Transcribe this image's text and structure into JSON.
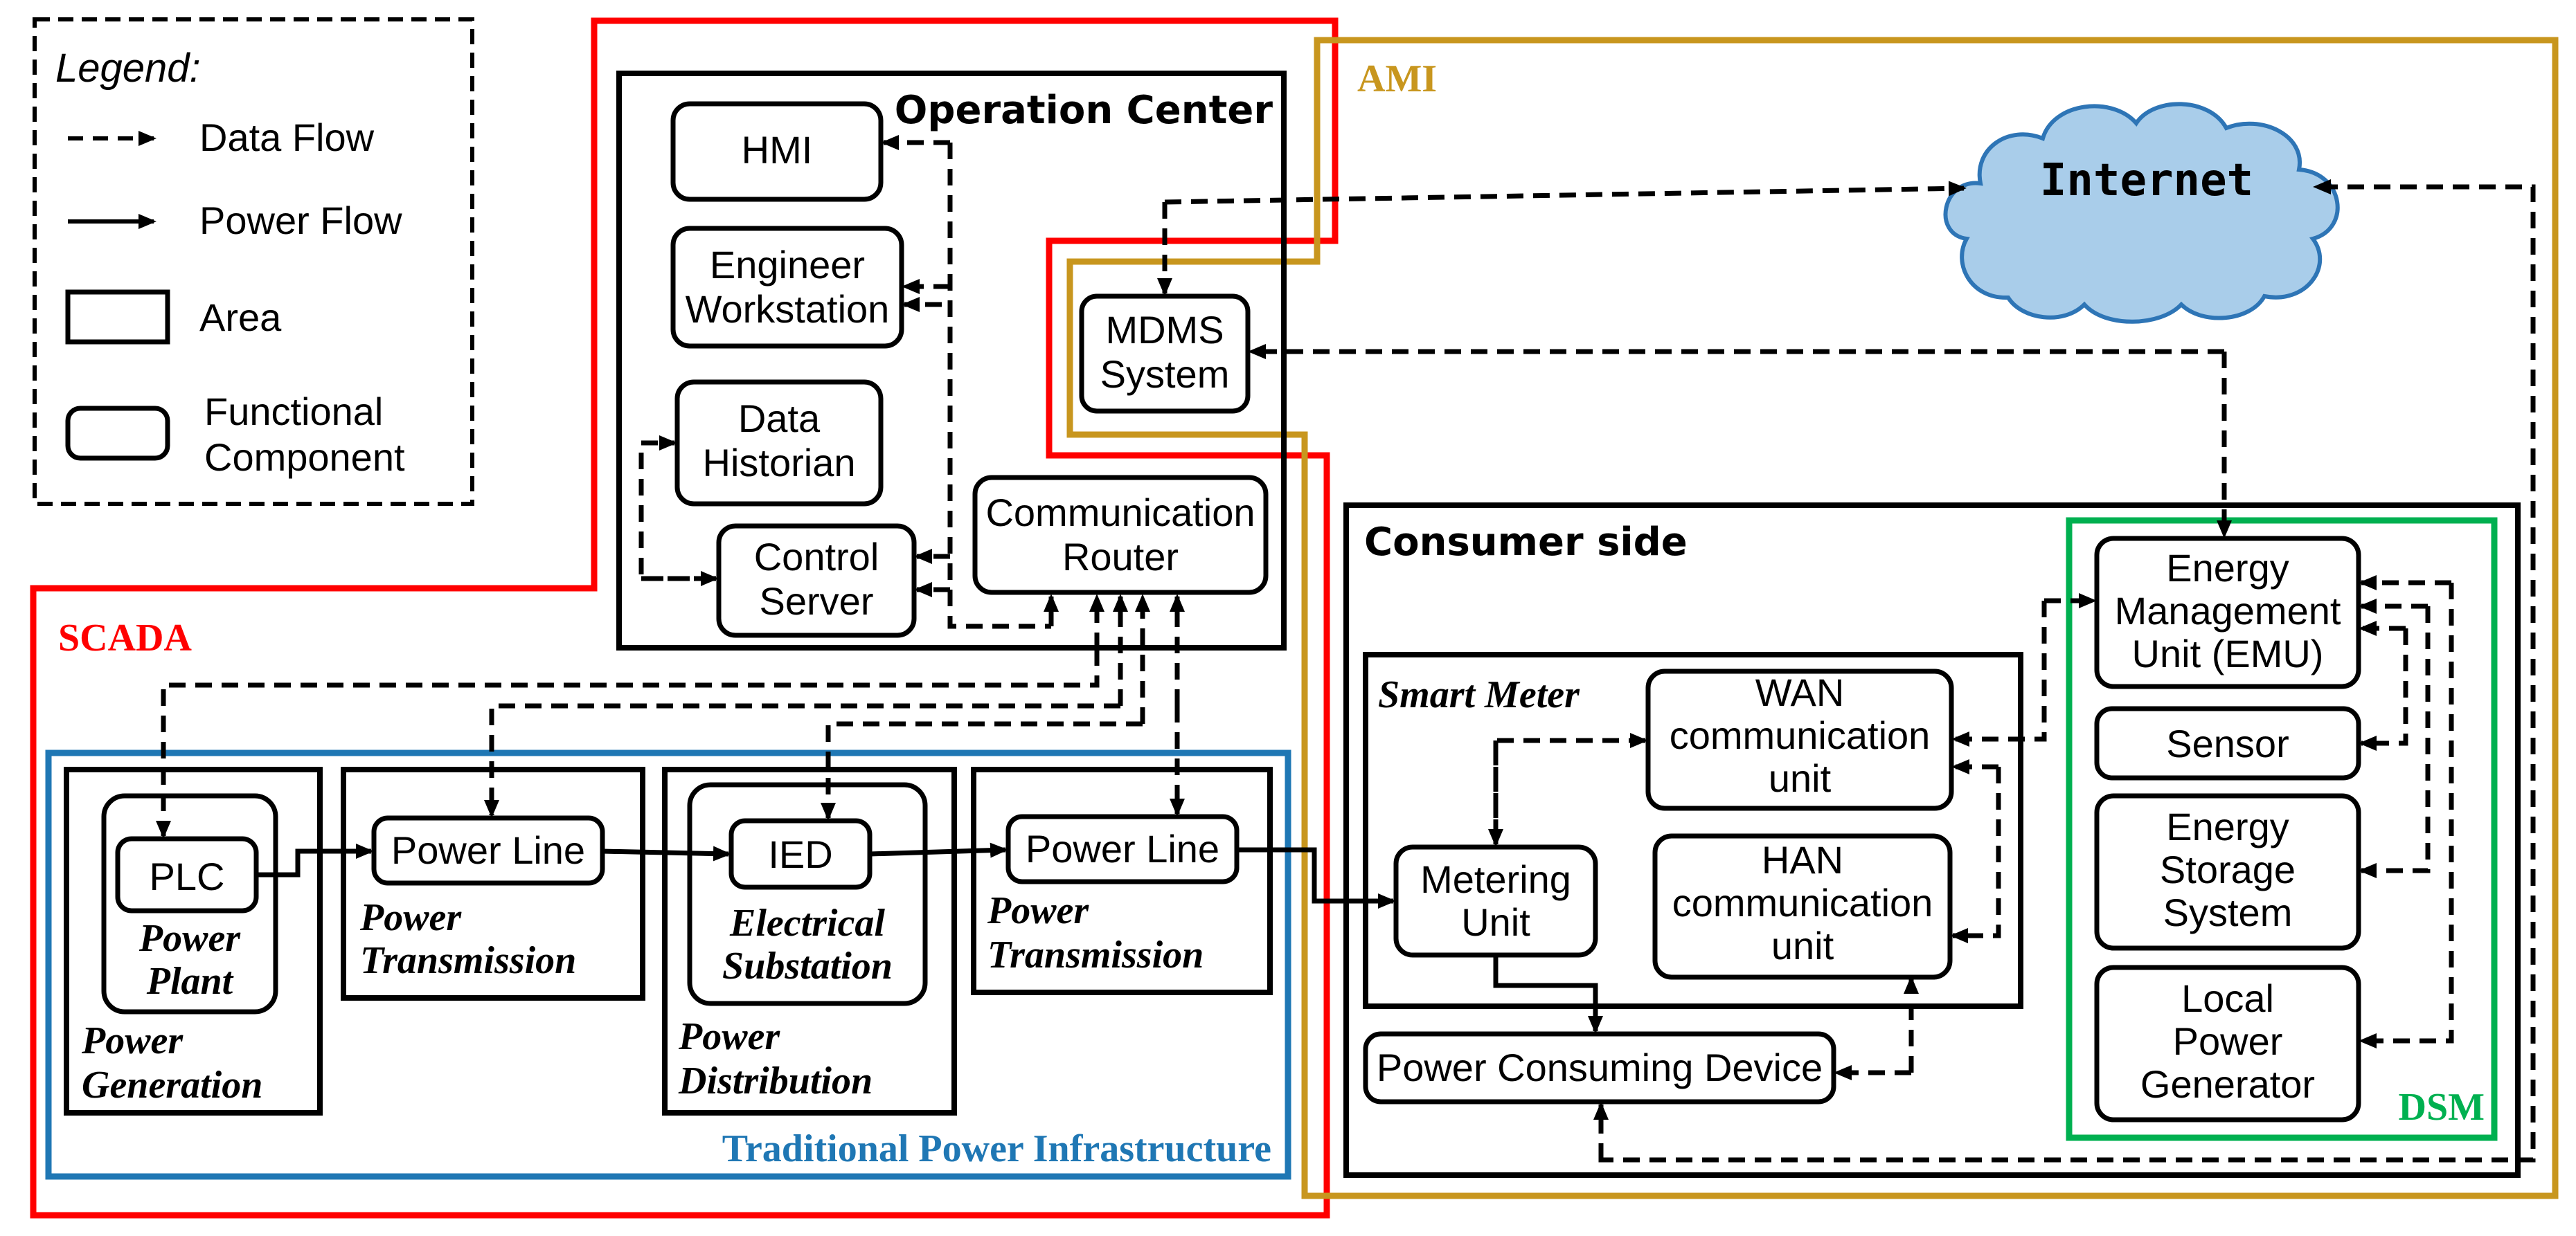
{
  "legend": {
    "title": "Legend:",
    "data_flow": "Data Flow",
    "power_flow": "Power Flow",
    "area": "Area",
    "functional_component": [
      "Functional",
      "Component"
    ]
  },
  "regions": {
    "scada": "SCADA",
    "ami": "AMI",
    "dsm": "DSM",
    "traditional": "Traditional Power Infrastructure",
    "operation_center": "Operation Center",
    "consumer_side": "Consumer side",
    "smart_meter": "Smart Meter",
    "internet": "Internet"
  },
  "components": {
    "hmi": [
      "HMI"
    ],
    "engineer_workstation": [
      "Engineer",
      "Workstation"
    ],
    "data_historian": [
      "Data",
      "Historian"
    ],
    "control_server": [
      "Control",
      "Server"
    ],
    "communication_router": [
      "Communication",
      "Router"
    ],
    "mdms_system": [
      "MDMS",
      "System"
    ],
    "plc": [
      "PLC"
    ],
    "power_line_1": [
      "Power Line"
    ],
    "ied": [
      "IED"
    ],
    "power_line_2": [
      "Power Line"
    ],
    "metering_unit": [
      "Metering",
      "Unit"
    ],
    "wan_unit": [
      "WAN",
      "communication",
      "unit"
    ],
    "han_unit": [
      "HAN",
      "communication",
      "unit"
    ],
    "power_consuming_device": [
      "Power Consuming Device"
    ],
    "emu": [
      "Energy",
      "Management",
      "Unit (EMU)"
    ],
    "sensor": [
      "Sensor"
    ],
    "energy_storage": [
      "Energy",
      "Storage",
      "System"
    ],
    "local_generator": [
      "Local",
      "Power",
      "Generator"
    ]
  },
  "areas": {
    "power_plant": [
      "Power",
      "Plant"
    ],
    "power_generation": [
      "Power",
      "Generation"
    ],
    "power_transmission_1": [
      "Power",
      "Transmission"
    ],
    "electrical_substation": [
      "Electrical",
      "Substation"
    ],
    "power_distribution": [
      "Power",
      "Distribution"
    ],
    "power_transmission_2": [
      "Power",
      "Transmission"
    ]
  },
  "colors": {
    "scada": "#ff0000",
    "ami": "#c8961e",
    "traditional": "#1f77b4",
    "dsm": "#00b050",
    "internet_fill": "#a9cdea",
    "internet_stroke": "#2e75b6"
  }
}
